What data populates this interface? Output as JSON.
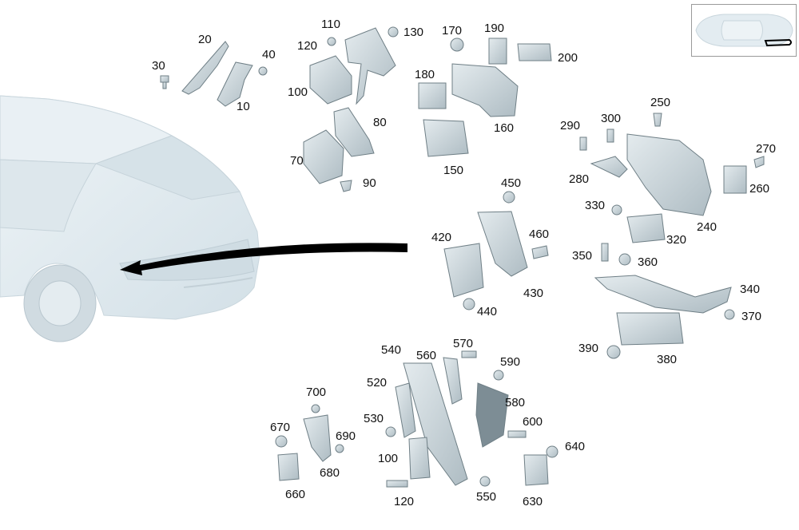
{
  "diagram": {
    "colors": {
      "car_body": "#e3ecf1",
      "part_fill": "#cfd9de",
      "part_dark": "#9fb0b8",
      "arrow": "#000000",
      "highlight_outline": "#000000"
    },
    "labels": {
      "p10": "10",
      "p20": "20",
      "p30": "30",
      "p40": "40",
      "p70": "70",
      "p80": "80",
      "p90": "90",
      "p100a": "100",
      "p110": "110",
      "p120a": "120",
      "p130": "130",
      "p150": "150",
      "p160": "160",
      "p170": "170",
      "p180": "180",
      "p190": "190",
      "p200": "200",
      "p240": "240",
      "p250": "250",
      "p260": "260",
      "p270": "270",
      "p280": "280",
      "p290": "290",
      "p300": "300",
      "p320": "320",
      "p330": "330",
      "p340": "340",
      "p350": "350",
      "p360": "360",
      "p370": "370",
      "p380": "380",
      "p390": "390",
      "p420": "420",
      "p430": "430",
      "p440": "440",
      "p450": "450",
      "p460": "460",
      "p520": "520",
      "p530": "530",
      "p540": "540",
      "p550": "550",
      "p560": "560",
      "p570": "570",
      "p580": "580",
      "p590": "590",
      "p600": "600",
      "p630": "630",
      "p640": "640",
      "p660": "660",
      "p670": "670",
      "p680": "680",
      "p690": "690",
      "p700": "700",
      "p100b": "100",
      "p120b": "120"
    }
  }
}
